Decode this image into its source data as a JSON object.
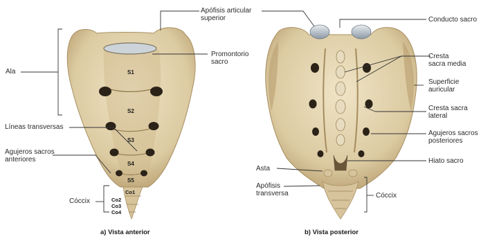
{
  "colors": {
    "bone": "#e3d5b2",
    "bone_shade": "#c4ad80",
    "bone_dark": "#9b8458",
    "line": "#333333",
    "cartilage": "#b9c3cc"
  },
  "anterior": {
    "caption": "a) Vista anterior",
    "segments": [
      "S1",
      "S2",
      "S3",
      "S4",
      "S5",
      "Co1"
    ],
    "coccyx_segments": [
      "Co2",
      "Co3",
      "Co4"
    ],
    "labels": {
      "ala": "Ala",
      "transverse_lines": "Líneas transversas",
      "anterior_foramina": "Agujeros sacros\nanteriores",
      "coccyx": "Cóccix",
      "promontory": "Promontorio\nsacro"
    }
  },
  "posterior": {
    "caption": "b) Vista posterior",
    "labels": {
      "superior_articular": "Apófisis articular\nsuperior",
      "sacral_canal": "Conducto sacro",
      "median_crest": "Cresta\nsacra media",
      "auricular_surface": "Superficie\nauricular",
      "lateral_crest": "Cresta sacra\nlateral",
      "posterior_foramina": "Agujeros sacros\nposteriores",
      "sacral_hiatus": "Hiato sacro",
      "horn": "Asta",
      "transverse_process": "Apófisis\ntransversa",
      "coccyx": "Cóccix"
    }
  }
}
